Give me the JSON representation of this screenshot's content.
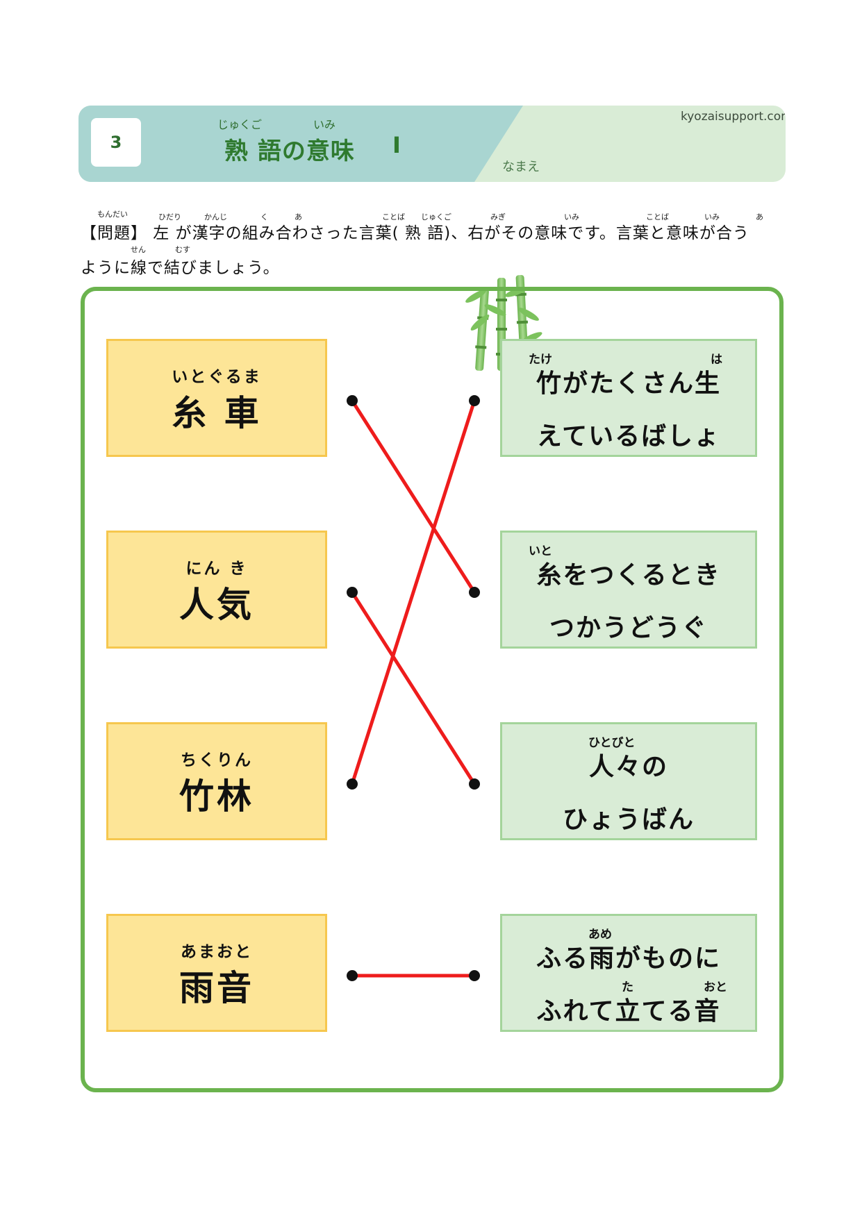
{
  "header": {
    "number": "3",
    "title_ruby_1": "じゅくご",
    "title_ruby_2": "いみ",
    "title": "熟 語の意味",
    "level": "Ⅰ",
    "site": "kyozaisupport.com",
    "name_label": "なまえ"
  },
  "instruction": {
    "line1": "【問題】 左 が漢字の組み合わさった言葉( 熟 語)、右がその意味です。言葉と意味が合う",
    "line2": "ように線で結びましょう。",
    "ruby": [
      "もんだい",
      "ひだり",
      "かんじ",
      "く",
      "あ",
      "ことば",
      "じゅくご",
      "みぎ",
      "いみ",
      "ことば",
      "いみ",
      "あ",
      "せん",
      "むす"
    ]
  },
  "words": [
    {
      "ruby": "いとぐるま",
      "text": "糸 車"
    },
    {
      "ruby": "にん き",
      "text": "人気"
    },
    {
      "ruby": "ちくりん",
      "text": "竹林"
    },
    {
      "ruby": "あまおと",
      "text": "雨音"
    }
  ],
  "meanings": [
    {
      "line1": "竹がたくさん生",
      "line2": "えているばしょ",
      "ruby": [
        "たけ",
        "は"
      ]
    },
    {
      "line1": "糸をつくるとき",
      "line2": "つかうどうぐ",
      "ruby": [
        "いと"
      ]
    },
    {
      "line1": "人々の",
      "line2": "ひょうばん",
      "ruby": [
        "ひとびと"
      ]
    },
    {
      "line1": "ふる雨がものに",
      "line2": "ふれて立てる音",
      "ruby": [
        "あめ",
        "た",
        "おと"
      ]
    }
  ],
  "connections": [
    {
      "word": 0,
      "meaning": 1
    },
    {
      "word": 1,
      "meaning": 2
    },
    {
      "word": 2,
      "meaning": 0
    },
    {
      "word": 3,
      "meaning": 3
    }
  ],
  "colors": {
    "line": "#ee1c1c",
    "dot": "#111111",
    "frame": "#6bb34e",
    "word_fill": "#fde597",
    "meaning_fill": "#d9ecd6"
  }
}
